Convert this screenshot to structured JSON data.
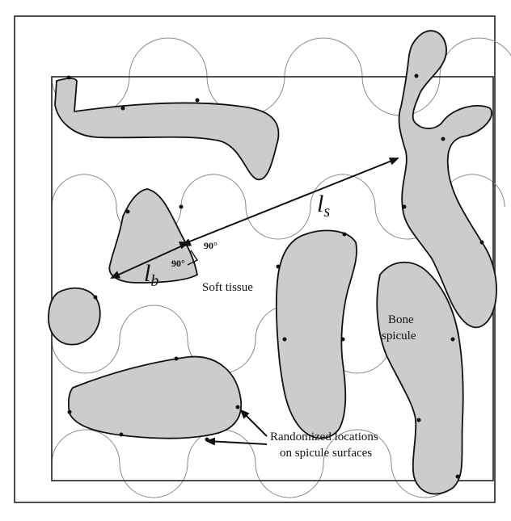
{
  "labels": {
    "l_s_main": "l",
    "l_s_sub": "s",
    "l_b_main": "l",
    "l_b_sub": "b",
    "angle_top": "90°",
    "angle_bottom": "90°",
    "soft_tissue": "Soft tissue",
    "bone_line1": "Bone",
    "bone_line2": "spicule",
    "random_line1": "Randomized locations",
    "random_line2": "on spicule surfaces"
  },
  "colors": {
    "spicule_fill": "#cccccc",
    "outline": "#111111",
    "arc": "#8a8a8a",
    "frame": "#222222"
  }
}
